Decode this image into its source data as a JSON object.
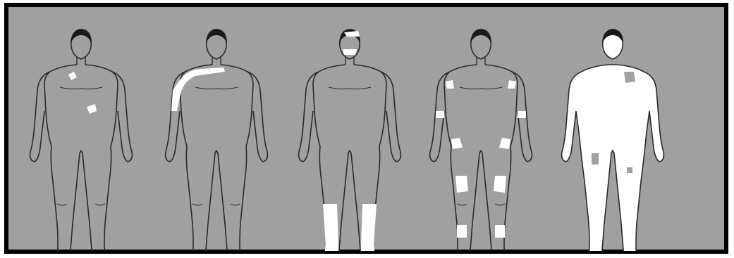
{
  "colors": {
    "frame": "#000000",
    "background": "#a0a0a0",
    "outline": "#2a2a2a",
    "patch": "#ffffff",
    "head_hair": "#1a1a1a"
  },
  "figures": [
    {
      "pattern": "focal"
    },
    {
      "pattern": "segmental"
    },
    {
      "pattern": "acrofacial"
    },
    {
      "pattern": "generalized"
    },
    {
      "pattern": "universal"
    }
  ]
}
